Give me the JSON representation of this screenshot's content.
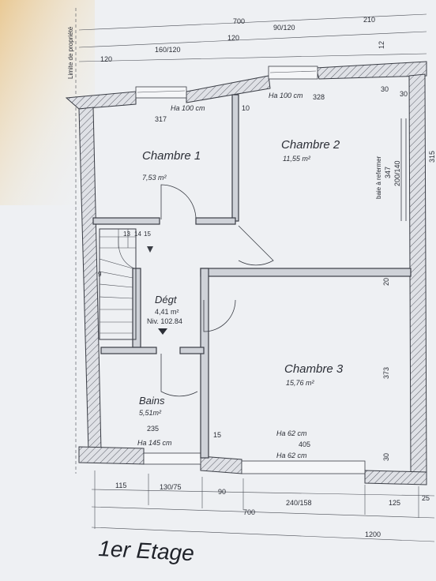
{
  "plan": {
    "title": "1er Etage",
    "boundary_note": "Limite de propriété",
    "rooms": [
      {
        "name": "Chambre 1",
        "area": "7,53 m²"
      },
      {
        "name": "Chambre 2",
        "area": "11,55 m²"
      },
      {
        "name": "Dégt",
        "area": "4,41 m²",
        "level": "Niv. 102.84"
      },
      {
        "name": "Chambre 3",
        "area": "15,76 m²"
      },
      {
        "name": "Bains",
        "area": "5,51m²"
      }
    ],
    "dimensions": {
      "top_overall": "700",
      "top_right": "210",
      "top_120a": "120",
      "top_160_120": "160/120",
      "top_120b": "120",
      "top_90_120": "90/120",
      "top_12": "12",
      "top_30a": "30",
      "top_30b": "30",
      "win_ha_100_a": "Ha 100 cm",
      "win_ha_100_b": "Ha 100 cm",
      "d_317": "317",
      "d_10": "10",
      "d_328": "328",
      "bay_label": "baie à refermer",
      "d_347": "347",
      "d_200_140": "200/140",
      "d_315": "315",
      "stairs_13": "13",
      "stairs_14": "14",
      "stairs_15": "15",
      "stairs_9": "9",
      "d_20": "20",
      "d_373": "373",
      "d_235": "235",
      "win_ha_145": "Ha 145 cm",
      "d_15": "15",
      "win_ha_62_a": "Ha 62 cm",
      "d_405": "405",
      "win_ha_62_b": "Ha 62 cm",
      "d_30c": "30",
      "bot_115": "115",
      "bot_130_75": "130/75",
      "bot_90": "90",
      "bot_240_158": "240/158",
      "bot_125": "125",
      "bot_25": "25",
      "bot_700": "700",
      "bot_1200": "1200"
    }
  }
}
